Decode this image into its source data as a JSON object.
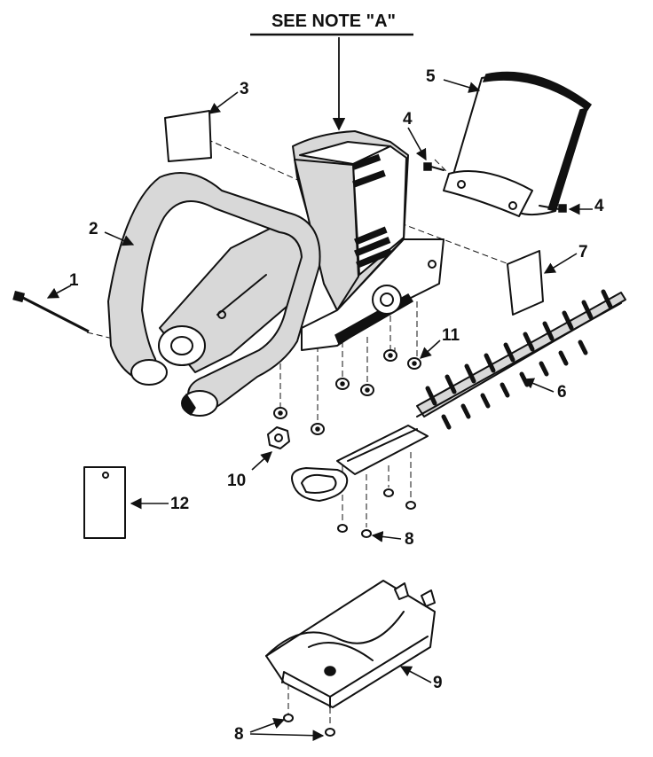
{
  "note": {
    "title": "SEE NOTE \"A\""
  },
  "callouts": {
    "c1": "1",
    "c2": "2",
    "c3": "3",
    "c4a": "4",
    "c4b": "4",
    "c5": "5",
    "c6": "6",
    "c7": "7",
    "c8a": "8",
    "c8b": "8",
    "c9": "9",
    "c10": "10",
    "c11": "11",
    "c12": "12"
  },
  "colors": {
    "ink": "#111111",
    "paper": "#ffffff",
    "shade": "#d8d8d8"
  }
}
